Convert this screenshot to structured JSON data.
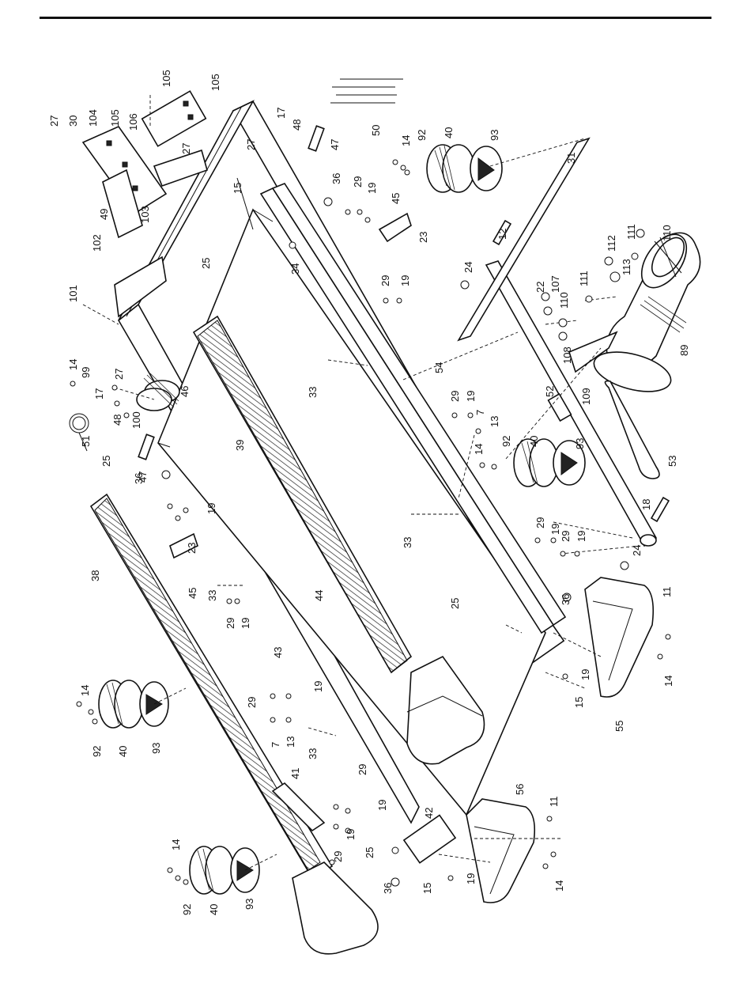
{
  "labels": {
    "l1": "105",
    "l2": "105",
    "l3": "27",
    "l4": "30",
    "l5": "104",
    "l6": "105",
    "l7": "106",
    "l8": "27",
    "l9": "17",
    "l10": "48",
    "l11": "27",
    "l12": "47",
    "l13": "50",
    "l14": "31",
    "l15": "14",
    "l16": "92",
    "l17": "40",
    "l18": "93",
    "l19": "49",
    "l20": "103",
    "l21": "15",
    "l22": "36",
    "l23": "29",
    "l24": "19",
    "l25": "45",
    "l26": "23",
    "l27": "102",
    "l28": "25",
    "l29": "34",
    "l30": "12",
    "l31": "24",
    "l32": "112",
    "l33": "111",
    "l34": "110",
    "l35": "113",
    "l36": "101",
    "l37": "29",
    "l38": "19",
    "l39": "22",
    "l40": "107",
    "l41": "111",
    "l42": "110",
    "l43": "14",
    "l44": "99",
    "l45": "17",
    "l46": "27",
    "l47": "46",
    "l48": "33",
    "l49": "54",
    "l50": "108",
    "l51": "89",
    "l52": "48",
    "l53": "100",
    "l54": "29",
    "l55": "19",
    "l56": "7",
    "l57": "13",
    "l58": "52",
    "l59": "109",
    "l60": "51",
    "l61": "25",
    "l62": "47",
    "l63": "36",
    "l64": "39",
    "l65": "14",
    "l66": "92",
    "l67": "40",
    "l68": "93",
    "l69": "53",
    "l70": "29",
    "l71": "19",
    "l72": "18",
    "l73": "33",
    "l74": "29",
    "l75": "19",
    "l76": "19",
    "l77": "24",
    "l78": "38",
    "l79": "23",
    "l80": "45",
    "l81": "33",
    "l82": "44",
    "l83": "29",
    "l84": "19",
    "l85": "36",
    "l86": "11",
    "l87": "25",
    "l88": "43",
    "l89": "14",
    "l90": "19",
    "l91": "15",
    "l92": "55",
    "l93": "14",
    "l94": "92",
    "l95": "40",
    "l96": "93",
    "l97": "29",
    "l98": "19",
    "l99": "7",
    "l100": "13",
    "l101": "33",
    "l102": "41",
    "l103": "29",
    "l104": "19",
    "l105": "56",
    "l106": "11",
    "l107": "29",
    "l108": "19",
    "l109": "25",
    "l110": "42",
    "l111": "14",
    "l112": "92",
    "l113": "40",
    "l114": "93",
    "l115": "36",
    "l116": "15",
    "l117": "19",
    "l118": "14"
  }
}
